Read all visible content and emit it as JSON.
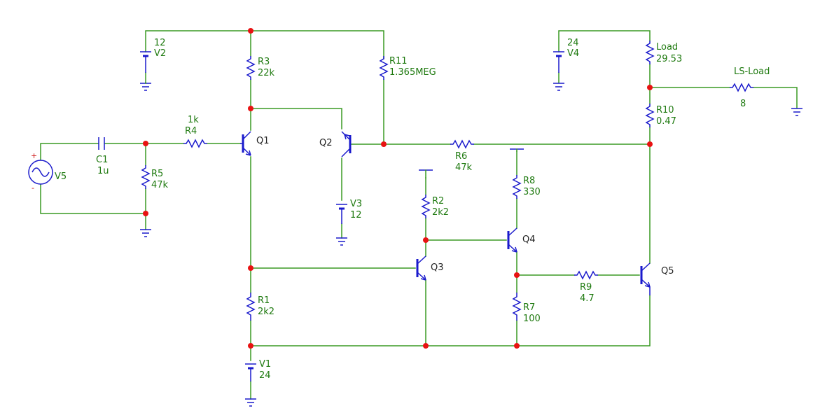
{
  "components": {
    "V2": {
      "name": "V2",
      "value": "12"
    },
    "V4": {
      "name": "V4",
      "value": "24"
    },
    "V3": {
      "name": "V3",
      "value": "12"
    },
    "V1": {
      "name": "V1",
      "value": "24"
    },
    "V5": {
      "name": "V5",
      "plus": "+",
      "minus": "-"
    },
    "R3": {
      "name": "R3",
      "value": "22k"
    },
    "R11": {
      "name": "R11",
      "value": "1.365MEG"
    },
    "R4": {
      "name": "R4",
      "value": "1k"
    },
    "R5": {
      "name": "R5",
      "value": "47k"
    },
    "C1": {
      "name": "C1",
      "value": "1u"
    },
    "R6": {
      "name": "R6",
      "value": "47k"
    },
    "R2": {
      "name": "R2",
      "value": "2k2"
    },
    "R8": {
      "name": "R8",
      "value": "330"
    },
    "R1": {
      "name": "R1",
      "value": "2k2"
    },
    "R7": {
      "name": "R7",
      "value": "100"
    },
    "R9": {
      "name": "R9",
      "value": "4.7"
    },
    "R10": {
      "name": "R10",
      "value": "0.47"
    },
    "Load": {
      "name": "Load",
      "value": "29.53"
    },
    "LSLoad": {
      "name": "LS-Load",
      "value": "8"
    },
    "Q1": {
      "name": "Q1"
    },
    "Q2": {
      "name": "Q2"
    },
    "Q3": {
      "name": "Q3"
    },
    "Q4": {
      "name": "Q4"
    },
    "Q5": {
      "name": "Q5"
    }
  },
  "colors": {
    "wire": "#3a9a24",
    "component": "#1a1acc",
    "node": "#e81212",
    "value_text": "#1f7a10",
    "label_text": "#222222"
  }
}
